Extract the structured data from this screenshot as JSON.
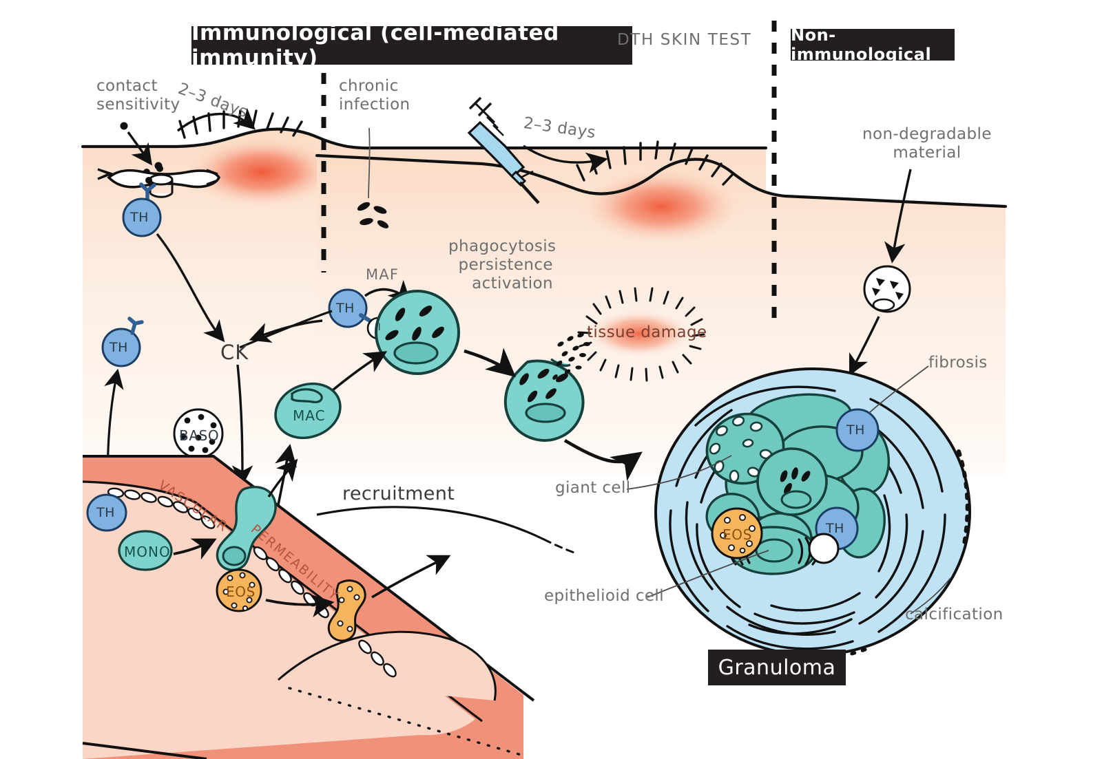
{
  "figure": {
    "title_immunological": "Immunological (cell-mediated immunity)",
    "title_nonimmunological": "Non-immunological",
    "title_granuloma": "Granuloma"
  },
  "annotations": {
    "contact_sensitivity": "contact\nsensitivity",
    "days_left": "2–3 days",
    "chronic_infection": "chronic\ninfection",
    "days_right": "2–3 days",
    "dth_skin_test": "DTH SKIN TEST",
    "non_degradable_material": "non-degradable\nmaterial",
    "maf": "MAF",
    "phagocytosis_block": "phagocytosis\npersistence\nactivation",
    "tissue_damage": "tissue damage",
    "ck": "CK",
    "recruitment": "recruitment",
    "vascular": "VASCULAR",
    "permeability": "PERMEABILITY",
    "fibrosis": "fibrosis",
    "giant_cell": "giant cell",
    "epithelioid_cell": "epithelioid cell",
    "calcification": "calcification"
  },
  "cells": {
    "th_contact": "TH",
    "th_recirculating": "TH",
    "th_maf": "TH",
    "th_vessel": "TH",
    "th_granuloma_upper": "TH",
    "th_granuloma_lower": "TH",
    "mhc_class_ii": "II",
    "mac": "MAC",
    "baso": "BASO",
    "mono": "MONO",
    "eos_vessel": "EOS",
    "eos_granuloma": "EOS"
  },
  "colors": {
    "banner_bg": "#231f20",
    "banner_text": "#ffffff",
    "skin": "#fbdcc6",
    "skin_deep": "#f9e8dd",
    "erythema": "#f0593a",
    "th_blue": "#7fb2e0",
    "th_stroke": "#2f5f95",
    "macrophage_teal": "#7ed4cc",
    "macrophage_stroke": "#16403c",
    "granuloma_blue": "#bfe3f5",
    "vessel_wall": "#f0917a",
    "vessel_lumen": "#fbd5c6",
    "eos_orange": "#f6b55c",
    "syringe_fluid": "#a8d8ef",
    "outline": "#111111",
    "label_grey": "#6f6f6f"
  }
}
